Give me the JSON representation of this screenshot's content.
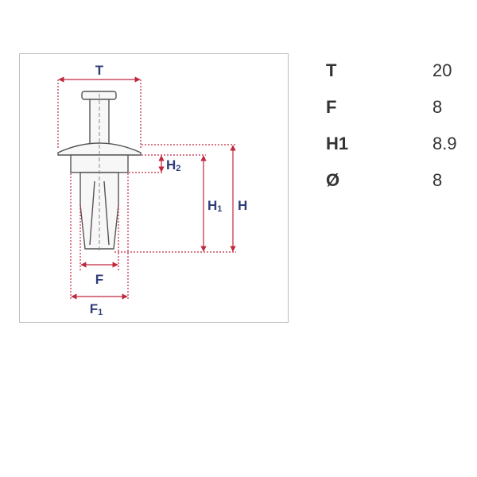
{
  "diagram": {
    "labels": {
      "t": "T",
      "h2_main": "H",
      "h2_sub": "2",
      "h1_main": "H",
      "h1_sub": "1",
      "h": "H",
      "f": "F",
      "f1_main": "F",
      "f1_sub": "1"
    },
    "colors": {
      "dimension_line": "#c0283e",
      "label": "#2f3e7a",
      "part_outline": "#555555",
      "part_fill": "#f7f7f7",
      "frame_border": "#bfbfbf"
    }
  },
  "specs": [
    {
      "key": "T",
      "value": "20"
    },
    {
      "key": "F",
      "value": "8"
    },
    {
      "key": "H1",
      "value": "8.9"
    },
    {
      "key": "Ø",
      "value": "8"
    }
  ]
}
